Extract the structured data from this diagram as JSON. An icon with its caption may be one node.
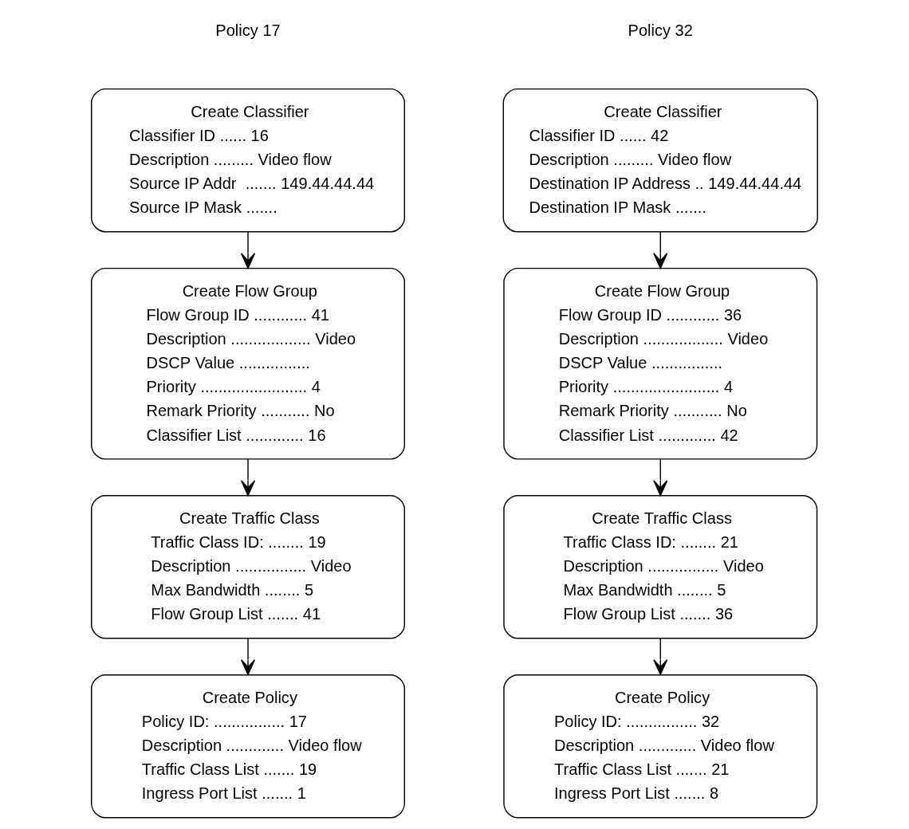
{
  "diagram": {
    "nodes": [
      {
        "text": [
          "Create Classifier",
          "Classifier ID ...... 16",
          "Description ......... Video flow",
          "Source IP Addr  ....... 149.44.44.44",
          "Source IP Mask ......."
        ]
      },
      {
        "text": [
          "Create Flow Group",
          "Flow Group ID ............ 41",
          "Description .................. Video",
          "DSCP Value ................",
          "Priority ........................ 4",
          "Remark Priority ........... No",
          "Classifier List ............. 16"
        ]
      },
      {
        "text": [
          "Create Traffic Class",
          "Traffic Class ID: ........ 19",
          "Description ................ Video",
          "Max Bandwidth ........ 5",
          "Flow Group List ....... 41"
        ]
      },
      {
        "text": [
          "Create Policy",
          "Policy ID: ................ 17",
          "Description ............. Video flow",
          "Traffic Class List ....... 19",
          "Ingress Port List ....... 1"
        ]
      },
      {
        "text": [
          "Create Classifier",
          "Classifier ID ...... 42",
          "Description ......... Video flow",
          "Destination IP Address .. 149.44.44.44",
          "Destination IP Mask ......."
        ]
      },
      {
        "text": [
          "Create Flow Group",
          "Flow Group ID ............ 36",
          "Description .................. Video",
          "DSCP Value ................",
          "Priority ........................ 4",
          "Remark Priority ........... No",
          "Classifier List ............. 42"
        ]
      },
      {
        "text": [
          "Create Traffic Class",
          "Traffic Class ID: ........ 21",
          "Description ................ Video",
          "Max Bandwidth ........ 5",
          "Flow Group List ....... 36"
        ]
      },
      {
        "text": [
          "Create Policy",
          "Policy ID: ................ 32",
          "Description ............. Video flow",
          "Traffic Class List ....... 21",
          "Ingress Port List ....... 8"
        ]
      }
    ],
    "edges": [
      {
        "from": 0,
        "to": 1,
        "arrow": "to"
      },
      {
        "from": 1,
        "to": 2,
        "arrow": "to"
      },
      {
        "from": 2,
        "to": 3,
        "arrow": "to"
      },
      {
        "from": 4,
        "to": 5,
        "arrow": "to"
      },
      {
        "from": 5,
        "to": 6,
        "arrow": "to"
      },
      {
        "from": 6,
        "to": 7,
        "arrow": "to"
      }
    ],
    "labels": [
      "Policy 17",
      "Policy 32"
    ]
  }
}
